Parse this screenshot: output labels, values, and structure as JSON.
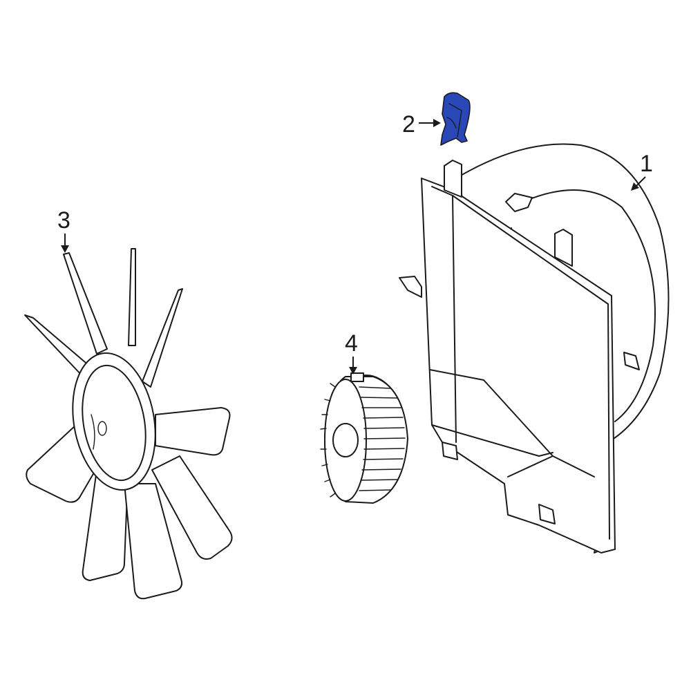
{
  "callouts": [
    {
      "id": "1",
      "label": "1",
      "part": "fan-shroud"
    },
    {
      "id": "2",
      "label": "2",
      "part": "shroud-clip"
    },
    {
      "id": "3",
      "label": "3",
      "part": "fan-blade"
    },
    {
      "id": "4",
      "label": "4",
      "part": "fan-clutch"
    }
  ],
  "highlight_color": "#2a47b8",
  "line_color": "#1a1a1a"
}
